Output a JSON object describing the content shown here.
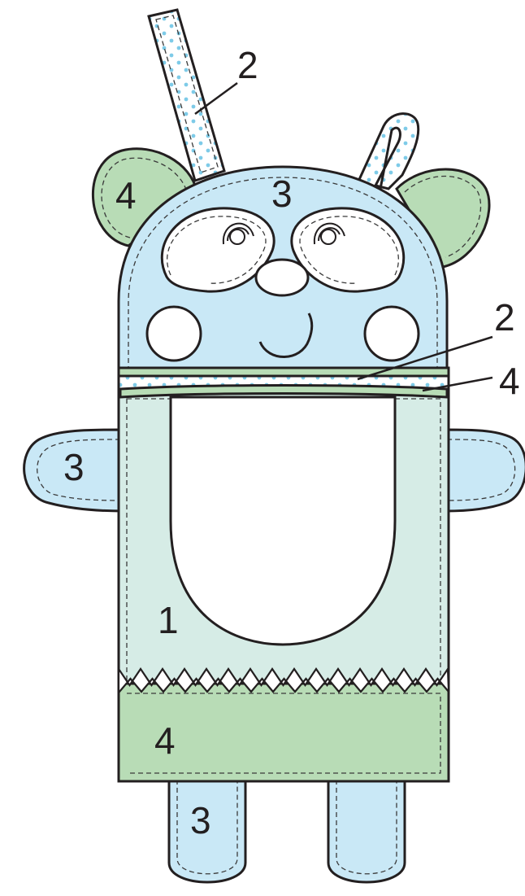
{
  "labels": {
    "ribbon_left": "2",
    "ear_left": "4",
    "head": "3",
    "ribbon_band": "2",
    "green_band": "4",
    "arm_left": "3",
    "body": "1",
    "bottom_panel": "4",
    "leg_left": "3"
  },
  "colors": {
    "outline": "#231f20",
    "light_blue": "#c9e8f6",
    "light_green_body": "#d6ece6",
    "green": "#b8dcb6",
    "white": "#ffffff",
    "dot_blue": "#7ecbe8"
  }
}
